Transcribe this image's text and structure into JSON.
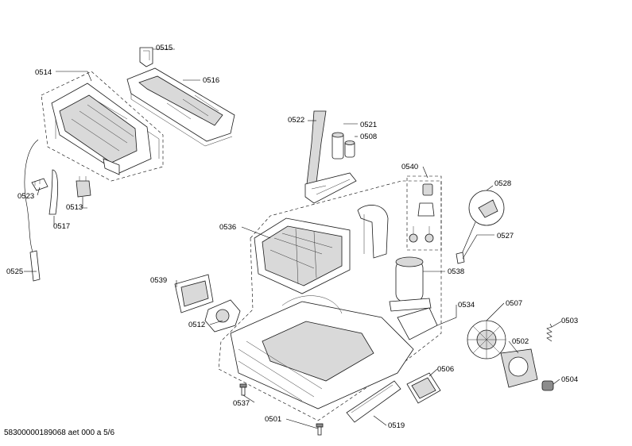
{
  "labels": [
    "0515",
    "0514",
    "0516",
    "0522",
    "0521",
    "0508",
    "0523",
    "0513",
    "0517",
    "0540",
    "0528",
    "0536",
    "0527",
    "0525",
    "0538",
    "0539",
    "0512",
    "0534",
    "0507",
    "0503",
    "0502",
    "0506",
    "0504",
    "0537",
    "0501",
    "0519"
  ],
  "footer": "58300000189068 aet 000 a 5/6"
}
